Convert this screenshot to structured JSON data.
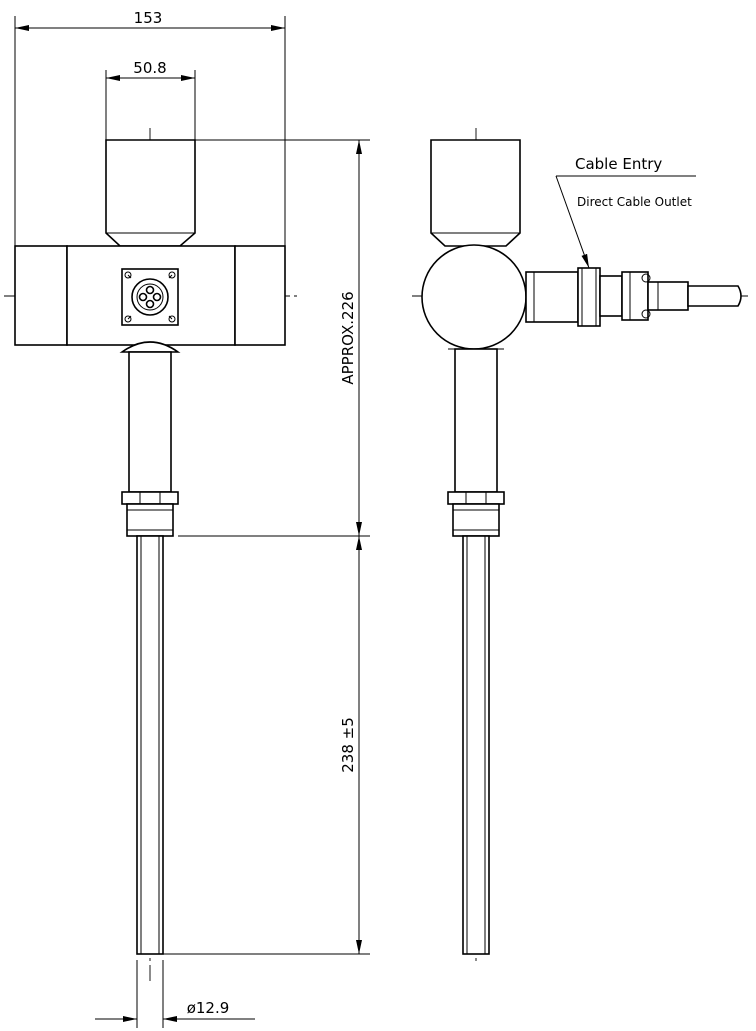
{
  "dimensions": {
    "overall_width": "153",
    "top_cap_width": "50.8",
    "head_height": "APPROX.226",
    "probe_length": "238 ±5",
    "probe_diameter": "ø12.9"
  },
  "callouts": {
    "cable_entry": "Cable Entry",
    "direct_cable_outlet": "Direct Cable Outlet"
  }
}
